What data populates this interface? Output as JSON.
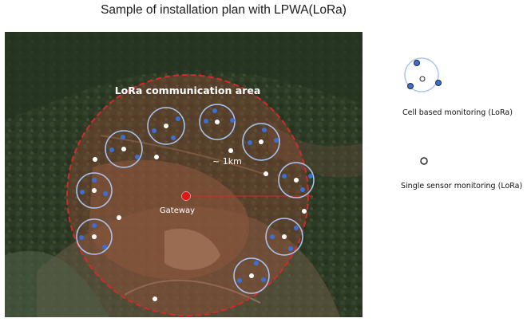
{
  "header": {
    "title": "Sample of installation plan with LPWA(LoRa)"
  },
  "map": {
    "area_label": "LoRa communication area",
    "distance_label": "~ 1km",
    "gateway_label": "Gateway"
  },
  "legend": {
    "cell_label": "Cell based monitoring (LoRa)",
    "single_label": "Single sensor monitoring (LoRa)"
  },
  "colors": {
    "area_border": "#d42a2a",
    "gateway": "#e01818",
    "cell_ring": "#a9c6f2",
    "node_blue": "#3b6fd4",
    "sensor_white": "#ffffff"
  }
}
